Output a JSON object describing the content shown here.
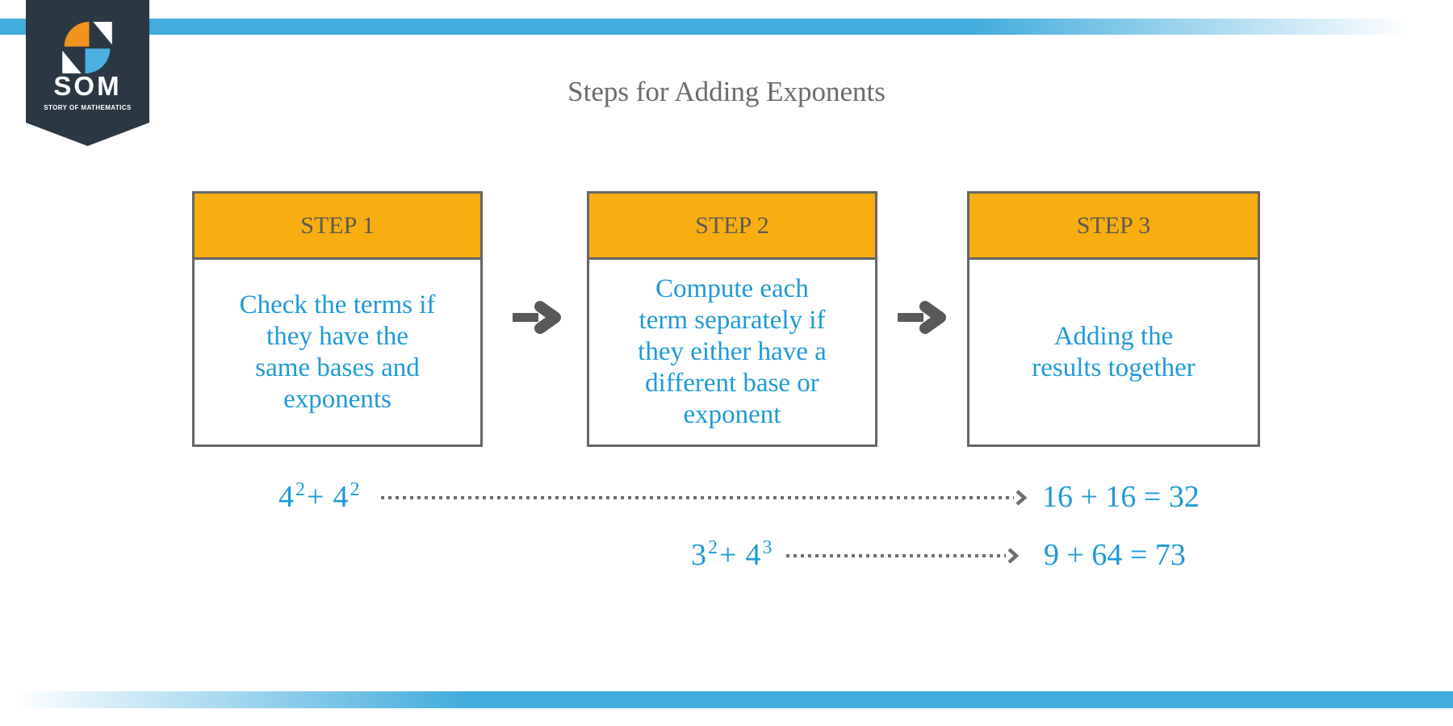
{
  "page": {
    "title": "Steps for Adding Exponents"
  },
  "logo": {
    "name": "SOM",
    "tagline": "STORY OF MATHEMATICS"
  },
  "steps": [
    {
      "label": "STEP 1",
      "text": "Check the terms if\nthey have the\nsame bases and\nexponents"
    },
    {
      "label": "STEP 2",
      "text": "Compute each\nterm separately if\nthey either have a\ndifferent base or\nexponent"
    },
    {
      "label": "STEP 3",
      "text": "Adding the\nresults together"
    }
  ],
  "examples": [
    {
      "term1_base": "4",
      "term1_exp": "2",
      "operator": "+",
      "term2_base": "4",
      "term2_exp": "2",
      "result": "16 + 16 = 32"
    },
    {
      "term1_base": "3",
      "term1_exp": "2",
      "operator": "+",
      "term2_base": "4",
      "term2_exp": "3",
      "result": "9 + 64 = 73"
    }
  ],
  "icons": {
    "flow_arrow": "right-arrow",
    "dotted_connector": "dotted-arrow-right"
  },
  "colors": {
    "accent_blue_bar": "#42ACDC",
    "step_header_orange": "#F8AE11",
    "body_text_blue": "#1E9AD6",
    "heading_gray": "#6B6B6B",
    "step_label_gray": "#5D5952",
    "box_border_gray": "#666666",
    "arrow_gray": "#58595B",
    "dot_gray": "#6E6E6E",
    "badge_navy": "#2B3844",
    "logo_orange": "#F0941F",
    "logo_blue": "#4AB1E0"
  }
}
